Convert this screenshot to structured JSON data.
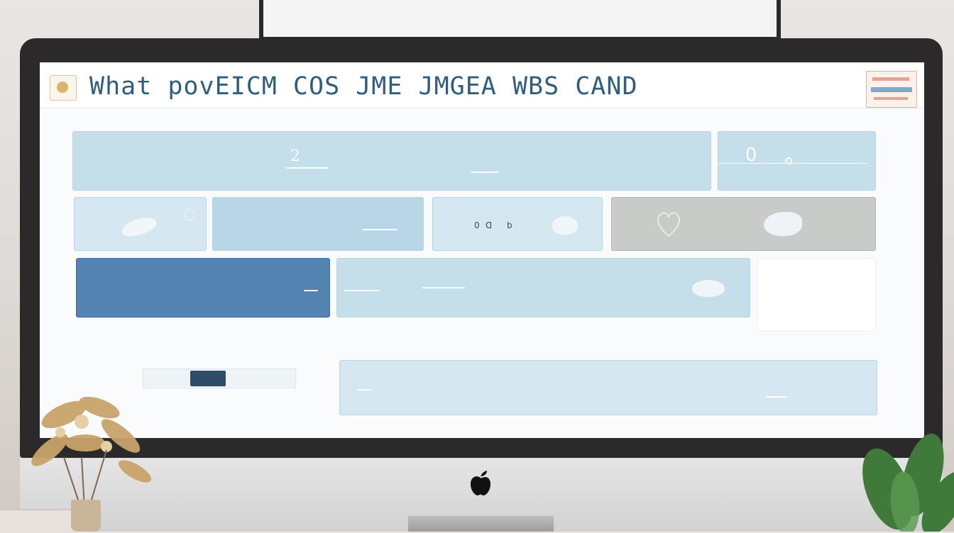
{
  "screen": {
    "brand_caption": "",
    "title": "What povEICM   COS JME JMGEA  WBS CAND",
    "small_caption": ""
  },
  "row1": {
    "card_a": {
      "text": "",
      "number": "2"
    },
    "card_b": {
      "number": "0"
    }
  },
  "row2": {
    "card_a": {
      "text": ""
    },
    "card_b": {
      "label_left": "0",
      "label_mid": "ꓷ",
      "label_right": "b"
    },
    "card_c": {}
  },
  "row3": {
    "card_a": {
      "text": ""
    },
    "card_b": {
      "text": ""
    }
  },
  "row4": {
    "mini": {
      "text": ""
    },
    "wide": {
      "text": ""
    }
  },
  "colors": {
    "accent": "#2f5f7c",
    "card_light": "#c4deea",
    "card_blue": "#5283b1",
    "card_grey": "#c9cbc9"
  },
  "icons": [
    "apple-logo-icon",
    "swoosh-icon",
    "ring-icon",
    "heart-icon",
    "pill-icon"
  ]
}
